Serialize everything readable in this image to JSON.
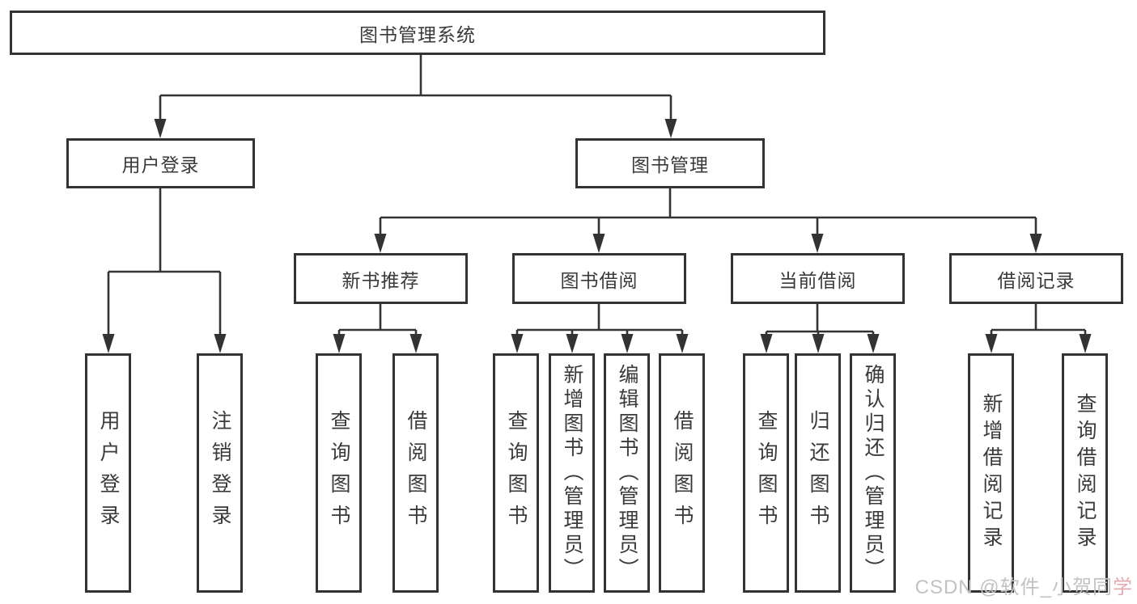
{
  "root": {
    "label": "图书管理系统"
  },
  "level2": [
    {
      "label": "用户登录"
    },
    {
      "label": "图书管理"
    }
  ],
  "level3": [
    {
      "label": "新书推荐"
    },
    {
      "label": "图书借阅"
    },
    {
      "label": "当前借阅"
    },
    {
      "label": "借阅记录"
    }
  ],
  "leaves": {
    "login": [
      {
        "label": "用户登录"
      },
      {
        "label": "注销登录"
      }
    ],
    "recommend": [
      {
        "label": "查询图书"
      },
      {
        "label": "借阅图书"
      }
    ],
    "borrow": [
      {
        "label": "查询图书"
      },
      {
        "label": "新增图书（管理员）"
      },
      {
        "label": "编辑图书（管理员）"
      },
      {
        "label": "借阅图书"
      }
    ],
    "current": [
      {
        "label": "查询图书"
      },
      {
        "label": "归还图书"
      },
      {
        "label": "确认归还（管理员）"
      }
    ],
    "records": [
      {
        "label": "新增借阅记录"
      },
      {
        "label": "查询借阅记录"
      }
    ]
  },
  "watermark": {
    "prefix": "CSDN @软件_小贺同",
    "accent": "学"
  },
  "colors": {
    "line": "#333333",
    "text": "#3a3a3a",
    "watermark_gray": "#c2c2c2",
    "watermark_accent": "#e5a9ae"
  }
}
